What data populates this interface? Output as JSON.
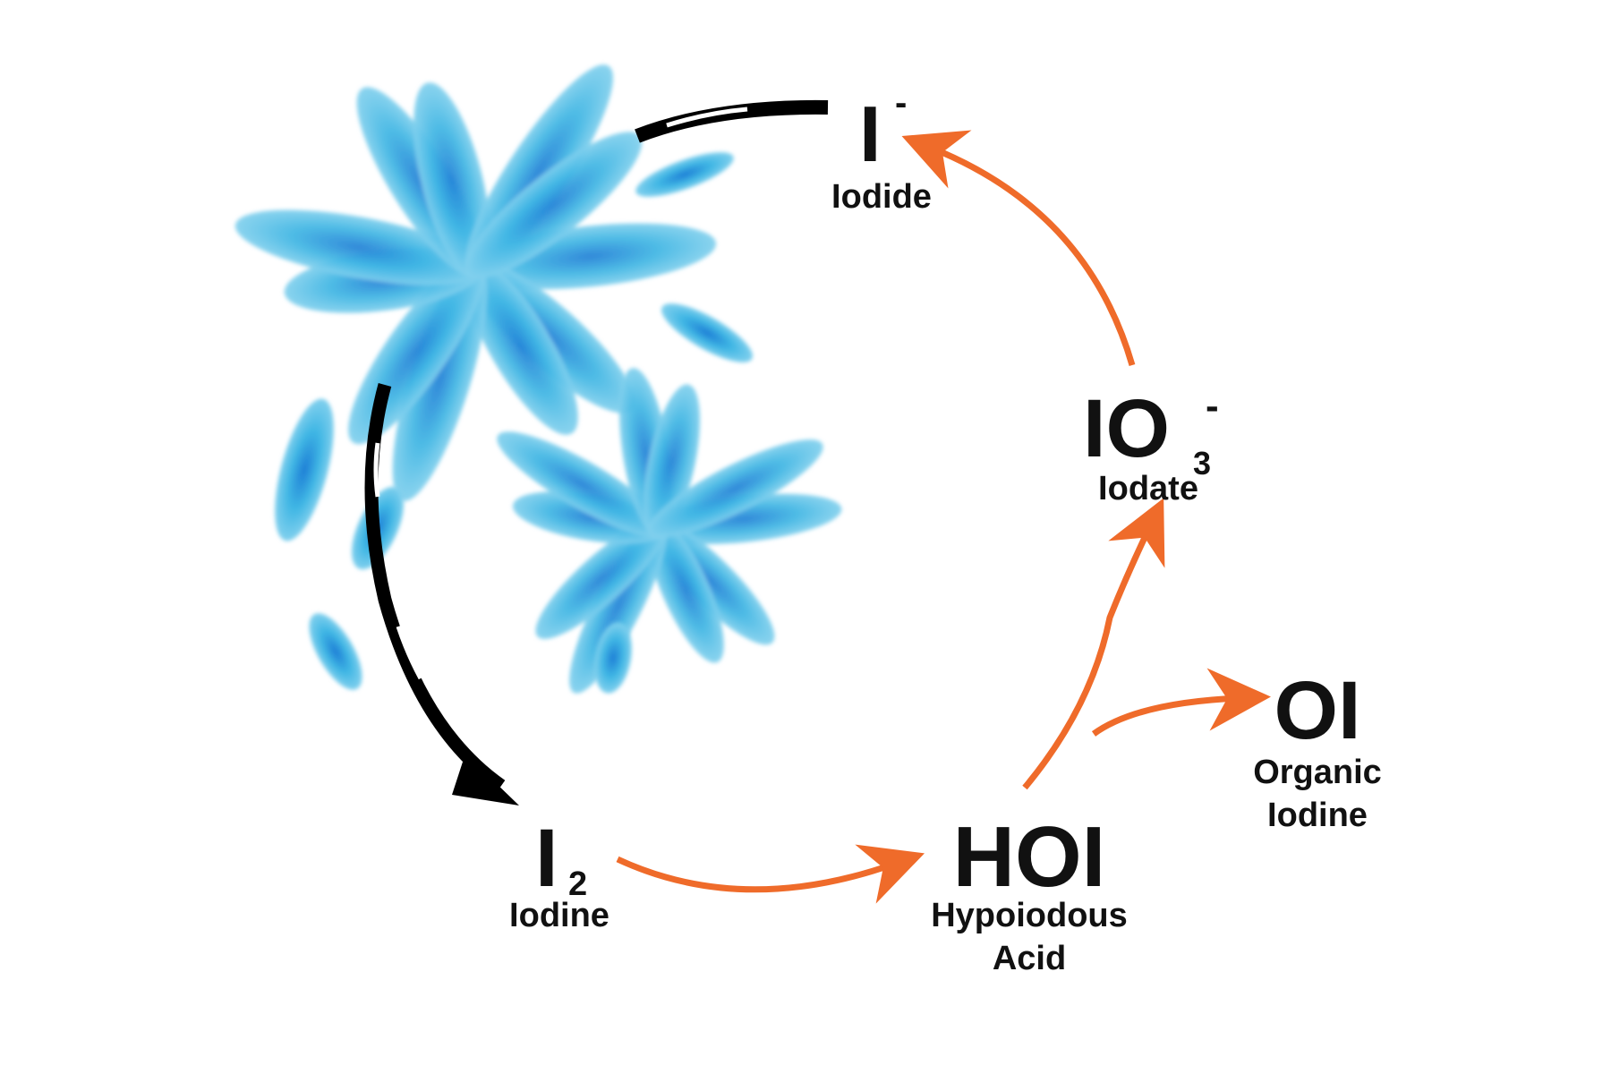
{
  "species": {
    "iodide": {
      "formula": "I",
      "charge": "-",
      "name": "Iodide"
    },
    "iodate": {
      "formula": "IO",
      "subscript": "3",
      "charge": "-",
      "name": "Iodate"
    },
    "iodine": {
      "formula": "I",
      "subscript": "2",
      "name": "Iodine"
    },
    "hypoiodous": {
      "formula": "HOI",
      "name_line1": "Hypoiodous",
      "name_line2": "Acid"
    },
    "organic": {
      "formula": "OI",
      "name_line1": "Organic",
      "name_line2": "Iodine"
    }
  },
  "colors": {
    "orange_arrow": "#ef6b2a",
    "black_arrow": "#000000",
    "petal_light": "#8fd6f0",
    "petal_mid": "#3fb6e4",
    "petal_dark": "#1f7fd6"
  },
  "icons": [
    "algae-flower-icon",
    "algae-flower-icon",
    "algae-petal-icon"
  ]
}
